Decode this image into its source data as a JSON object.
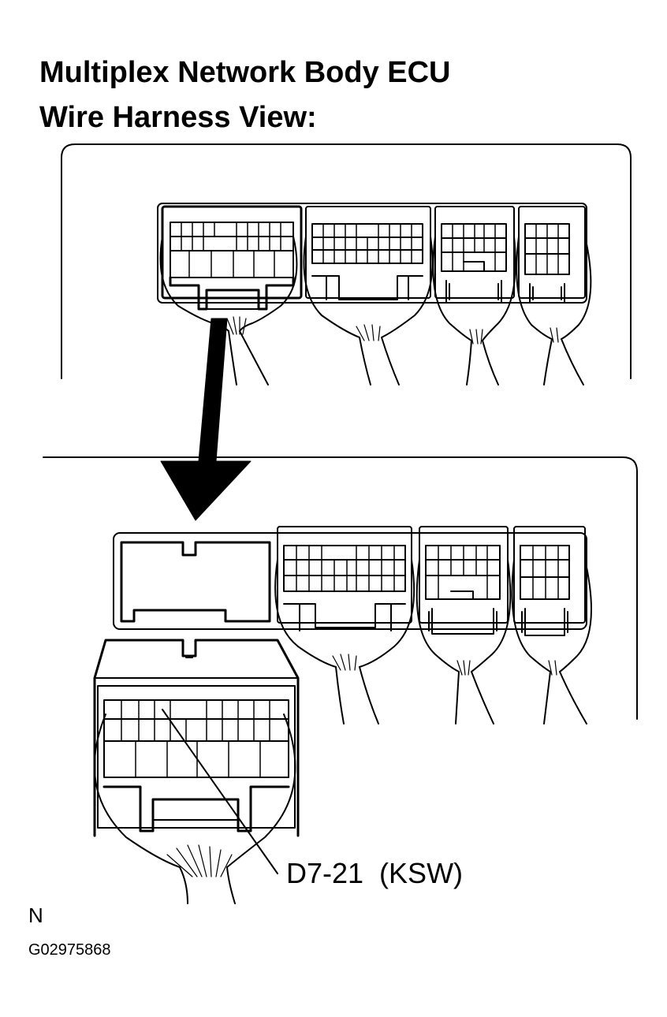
{
  "title_line1": "Multiplex Network Body ECU",
  "title_line2": "Wire Harness View:",
  "callout_label": "D7-21  (KSW)",
  "view_mark": "N",
  "figure_id": "G02975868",
  "colors": {
    "ink": "#000000",
    "paper": "#ffffff"
  },
  "icons": [
    "arrow-down-icon"
  ]
}
